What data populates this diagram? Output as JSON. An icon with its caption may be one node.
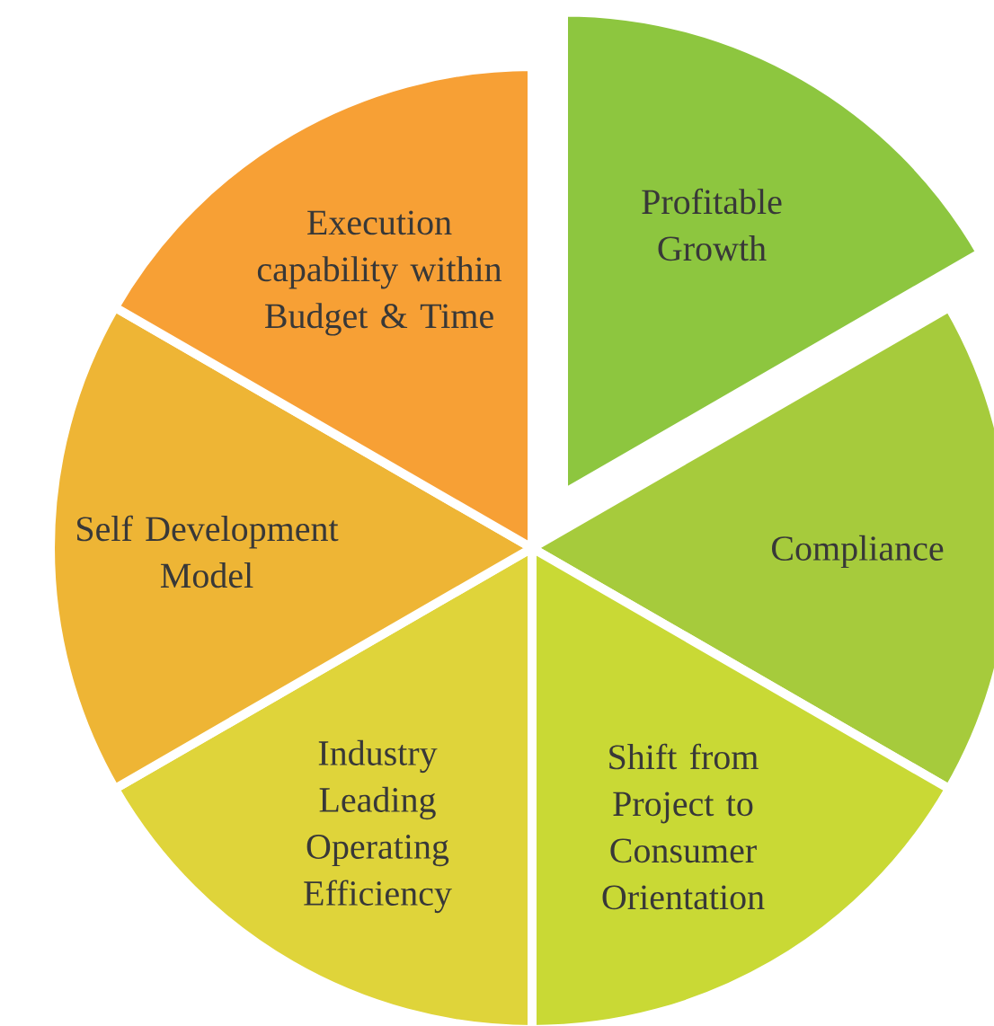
{
  "diagram": {
    "nodes": [
      {
        "text": [
          "Profitable Growth"
        ]
      },
      {
        "text": [
          "Compliance"
        ]
      },
      {
        "text": [
          "Shift from Project to Consumer Orientation"
        ]
      },
      {
        "text": [
          "Industry Leading Operating Efficiency"
        ]
      },
      {
        "text": [
          "Self Development Model"
        ]
      },
      {
        "text": [
          "Execution capability within Budget & Time"
        ]
      }
    ]
  }
}
